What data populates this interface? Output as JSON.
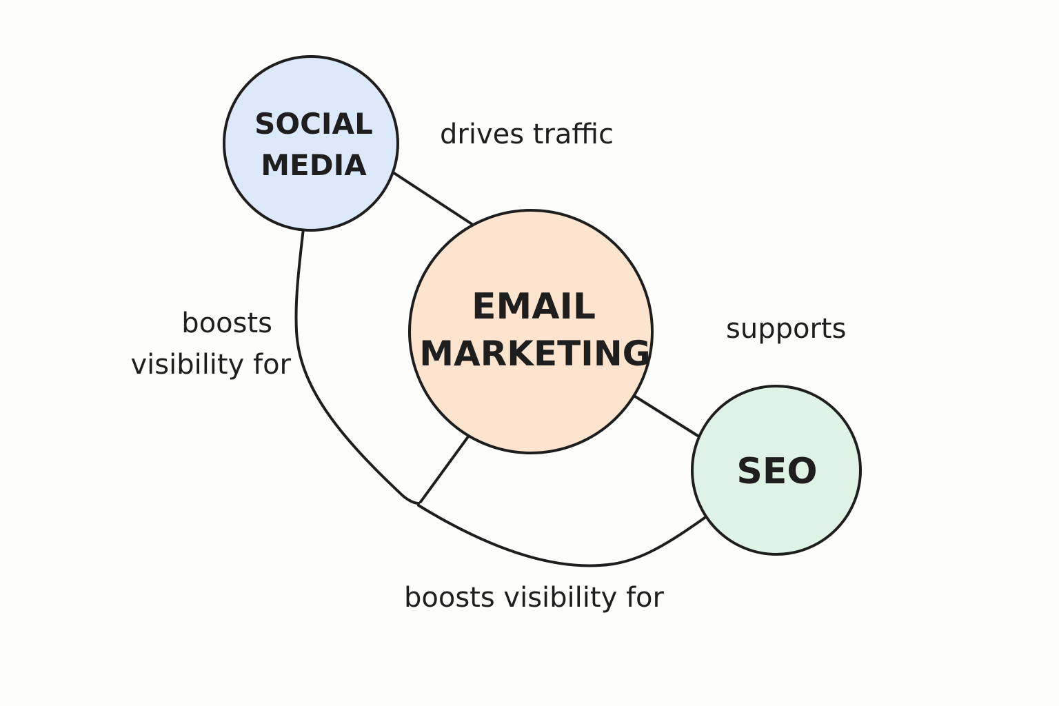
{
  "nodes": {
    "social_media": {
      "line1": "SOCIAL",
      "line2": "MEDIA",
      "fill": "#dbe9fb"
    },
    "email_marketing": {
      "line1": "EMAIL",
      "line2": "MARKETING",
      "fill": "#fde4cf"
    },
    "seo": {
      "line1": "SEO",
      "fill": "#dff2e6"
    }
  },
  "edges": {
    "social_to_email": "drives traffic",
    "email_to_seo": "supports",
    "social_boosts_line1": "boosts",
    "social_boosts_line2": "visibility for",
    "seo_boosts": "boosts visibility for"
  },
  "colors": {
    "stroke": "#1e1e1e",
    "background": "#fdfdfb"
  }
}
